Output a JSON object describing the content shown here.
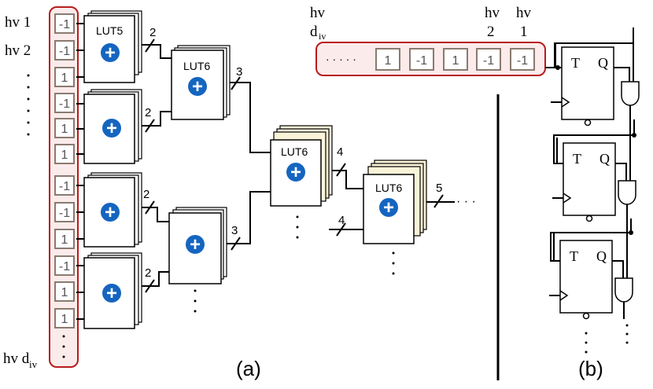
{
  "part_a": {
    "caption": "(a)",
    "hv_labels": {
      "hv1": "hv 1",
      "hv2": "hv 2",
      "hvd": "hv d",
      "hvd_sub": "iv"
    },
    "input_bits": [
      "-1",
      "-1",
      "1",
      "-1",
      "1",
      "1",
      "-1",
      "-1",
      "1",
      "-1",
      "1",
      "1"
    ],
    "lut_labels": {
      "lut5": "LUT5",
      "lut6_a": "LUT6",
      "lut6_b": "LUT6",
      "lut6_c": "LUT6"
    },
    "bus_widths": {
      "w2a": "2",
      "w2b": "2",
      "w2c": "2",
      "w2d": "2",
      "w3a": "3",
      "w3b": "3",
      "w4a": "4",
      "w4b": "4",
      "w5": "5"
    },
    "plus_symbol": "+",
    "ellipsis_h": "· · · · ·",
    "ellipsis_right": "· · ·"
  },
  "part_b": {
    "caption": "(b)",
    "header": {
      "hv_d": "hv",
      "d": "d",
      "d_sub": "iv",
      "hv2_top": "hv",
      "hv2_bottom": "2",
      "hv1_top": "hv",
      "hv1_bottom": "1"
    },
    "register_bits": [
      "1",
      "-1",
      "1",
      "-1",
      "-1"
    ],
    "register_ellipsis": "· · · · ·",
    "flipflop": {
      "t": "T",
      "q": "Q"
    }
  }
}
